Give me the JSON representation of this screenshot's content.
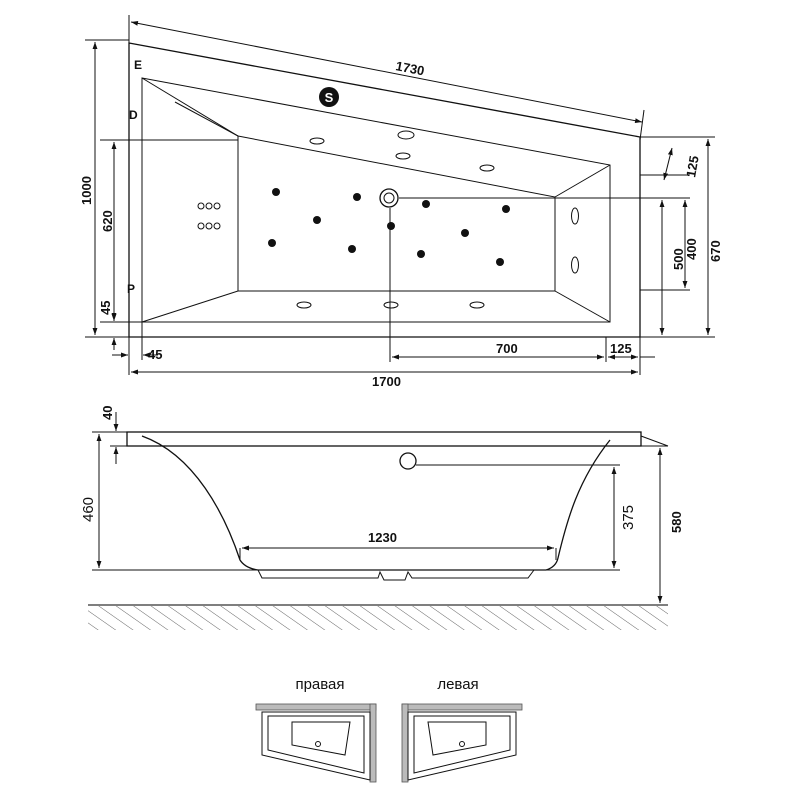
{
  "top_view": {
    "dim_top_edge": "1730",
    "dim_total_length": "1700",
    "dim_left_offset": "45",
    "dim_drain_to_end": "700",
    "dim_end_step": "125",
    "dim_end_step_vertical": "125",
    "dim_total_width": "1000",
    "dim_inner_width": "620",
    "dim_bottom_offset": "45",
    "dim_end_width": "670",
    "dim_drain_height": "500",
    "dim_drain_height_2": "400",
    "point_e": "E",
    "point_d": "D",
    "point_p": "P",
    "logo": "S"
  },
  "side_view": {
    "dim_rim": "40",
    "dim_inner_depth": "460",
    "dim_bottom_length": "1230",
    "dim_overflow_height": "375",
    "dim_total_height": "580"
  },
  "variants": {
    "right_label": "правая",
    "left_label": "левая"
  }
}
